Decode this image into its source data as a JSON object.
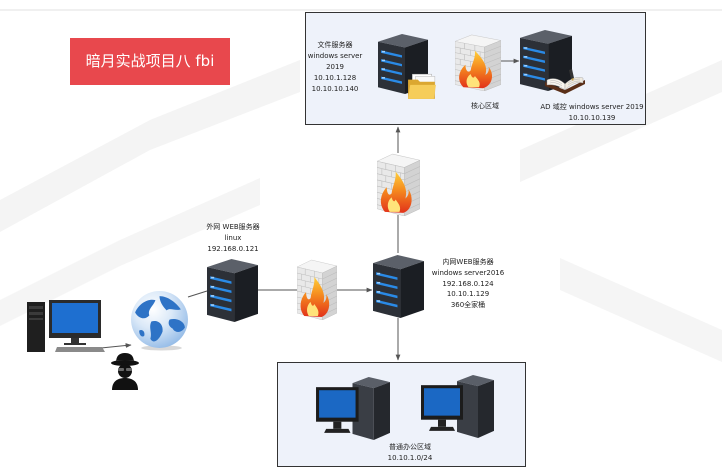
{
  "header": {
    "badge_text": "暗月实战项目八 fbi",
    "badge_color": "#e8484d"
  },
  "core_zone": {
    "zone_label": "核心区域",
    "file_server": {
      "name": "文件服务器",
      "os": "windows server",
      "os_version": "2019",
      "ip_1": "10.10.1.128",
      "ip_2": "10.10.10.140",
      "icon": "server-icon",
      "overlay_icon": "folder-icon"
    },
    "firewall": {
      "icon": "firewall-icon"
    },
    "ad_server": {
      "name": "AD 域控 windows server 2019",
      "ip": "10.10.10.139",
      "icon": "server-icon",
      "overlay_icon": "book-icon"
    }
  },
  "core_firewall": {
    "icon": "firewall-icon"
  },
  "attacker": {
    "pc_icon": "desktop-computer-icon",
    "actor_icon": "hacker-icon",
    "internet_icon": "globe-icon"
  },
  "external_web_server": {
    "name": "外网 WEB服务器",
    "os": "linux",
    "ip": "192.168.0.121",
    "icon": "server-icon"
  },
  "dmz_firewall": {
    "icon": "firewall-icon"
  },
  "internal_web_server": {
    "name": "内网WEB服务器",
    "os": "windows server2016",
    "ip_1": "192.168.0.124",
    "ip_2": "10.10.1.129",
    "software": "360全家桶",
    "icon": "server-icon"
  },
  "office_zone": {
    "name": "普通办公区域",
    "subnet": "10.10.1.0/24",
    "workstation_icon": "workstation-icon"
  },
  "colors": {
    "zone_fill": "#eef2fa",
    "zone_border": "#333333",
    "link": "#555555",
    "screen_blue": "#1b68c4"
  }
}
